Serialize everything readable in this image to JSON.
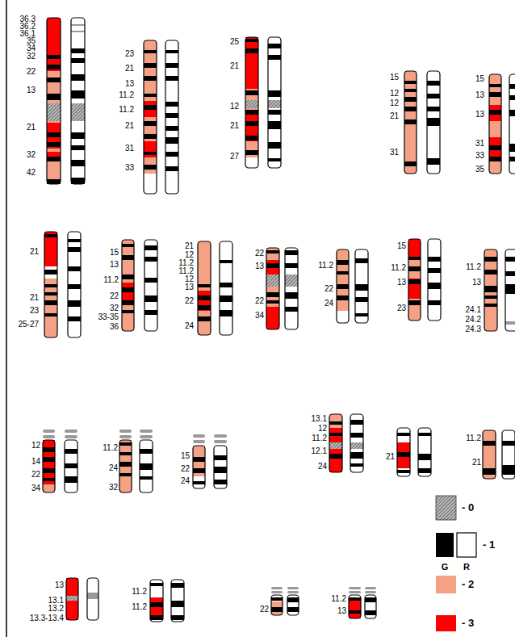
{
  "diagram": {
    "labels": [
      "36.3",
      "36.2",
      "36.1",
      "35",
      "34",
      "32",
      "22",
      "13",
      "21",
      "32",
      "42",
      "23",
      "21",
      "13",
      "11.2",
      "11.2",
      "21",
      "31",
      "33",
      "25",
      "21",
      "12",
      "21",
      "27",
      "15",
      "12",
      "12",
      "21",
      "31",
      "15",
      "13",
      "13",
      "31",
      "33",
      "35",
      "21",
      "21",
      "23",
      "25-27",
      "15",
      "13",
      "11.2",
      "22",
      "32",
      "33-35",
      "36",
      "21",
      "12",
      "11.2",
      "11.2",
      "12",
      "13",
      "22",
      "24",
      "22",
      "13",
      "22",
      "34",
      "11.2",
      "22",
      "24",
      "15",
      "11.2",
      "13",
      "23",
      "11.2",
      "13",
      "24.1",
      "24.2",
      "24.3",
      "12",
      "14",
      "22",
      "34",
      "11.2",
      "24",
      "32",
      "15",
      "22",
      "24",
      "13.1",
      "12",
      "11.2",
      "12.1",
      "24",
      "21",
      "11.2",
      "21",
      "13",
      "13.1",
      "13.2",
      "13.3-13.4",
      "11.2",
      "11.2",
      "22",
      "11.2",
      "13",
      "G",
      "R"
    ],
    "legend": [
      {
        "text": "- 0"
      },
      {
        "text": "- 1"
      },
      {
        "text": "- 2",
        "color": "#f4a185"
      },
      {
        "text": "- 3",
        "color": "#ff0000"
      }
    ]
  }
}
